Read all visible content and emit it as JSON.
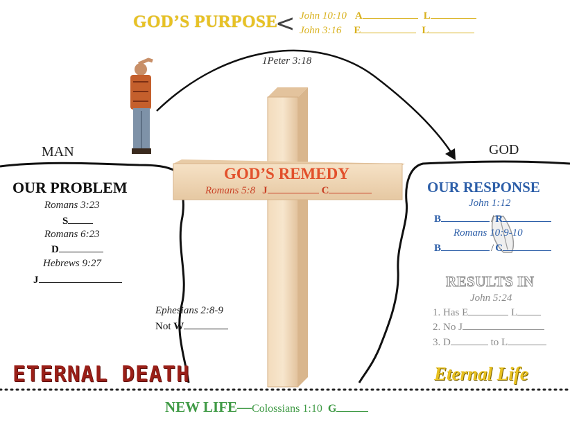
{
  "header": {
    "title": "GOD’S PURPOSE",
    "lines": [
      {
        "ref": "John 10:10",
        "letter1": "A",
        "letter2": "L"
      },
      {
        "ref": "John 3:16",
        "letter1": "E",
        "letter2": "L"
      }
    ]
  },
  "man_label": "MAN",
  "god_label": "GOD",
  "arc_ref": "1Peter 3:18",
  "problem": {
    "title": "OUR PROBLEM",
    "items": [
      {
        "ref": "Romans 3:23",
        "letter": "S"
      },
      {
        "ref": "Romans 6:23",
        "letter": "D"
      },
      {
        "ref": "Hebrews 9:27",
        "letter": "J"
      }
    ]
  },
  "gap": {
    "ref": "Ephesians 2:8-9",
    "prefix": "Not ",
    "letter": "W"
  },
  "remedy": {
    "title": "GOD’S REMEDY",
    "ref": "Romans 5:8",
    "letter1": "J",
    "letter2": "C"
  },
  "response": {
    "title": "OUR RESPONSE",
    "ref1": "John 1:12",
    "letter1a": "B",
    "letter1b": "R",
    "ref2": "Romans 10:9-10",
    "letter2a": "B",
    "letter2b": "C"
  },
  "results": {
    "title": "RESULTS IN",
    "ref": "John 5:24",
    "items": [
      {
        "num": "1.",
        "pre": "Has ",
        "l1": "E",
        "l2": "L"
      },
      {
        "num": "2.",
        "pre": "No ",
        "l1": "J"
      },
      {
        "num": "3.",
        "pre": "",
        "l1": "D",
        "mid": " to ",
        "l2": "L"
      }
    ]
  },
  "bottom": {
    "death": "ETERNAL DEATH",
    "life": "Eternal Life",
    "new_life": "NEW LIFE—",
    "new_life_ref": "Colossians 1:10",
    "new_life_letter": "G"
  },
  "colors": {
    "purpose": "#e8c224",
    "remedy": "#e2502b",
    "response": "#2c5ea8",
    "results": "#8a8a8a",
    "death": "#9a1f18",
    "life": "#e8c120",
    "new_life": "#3f9a45"
  }
}
